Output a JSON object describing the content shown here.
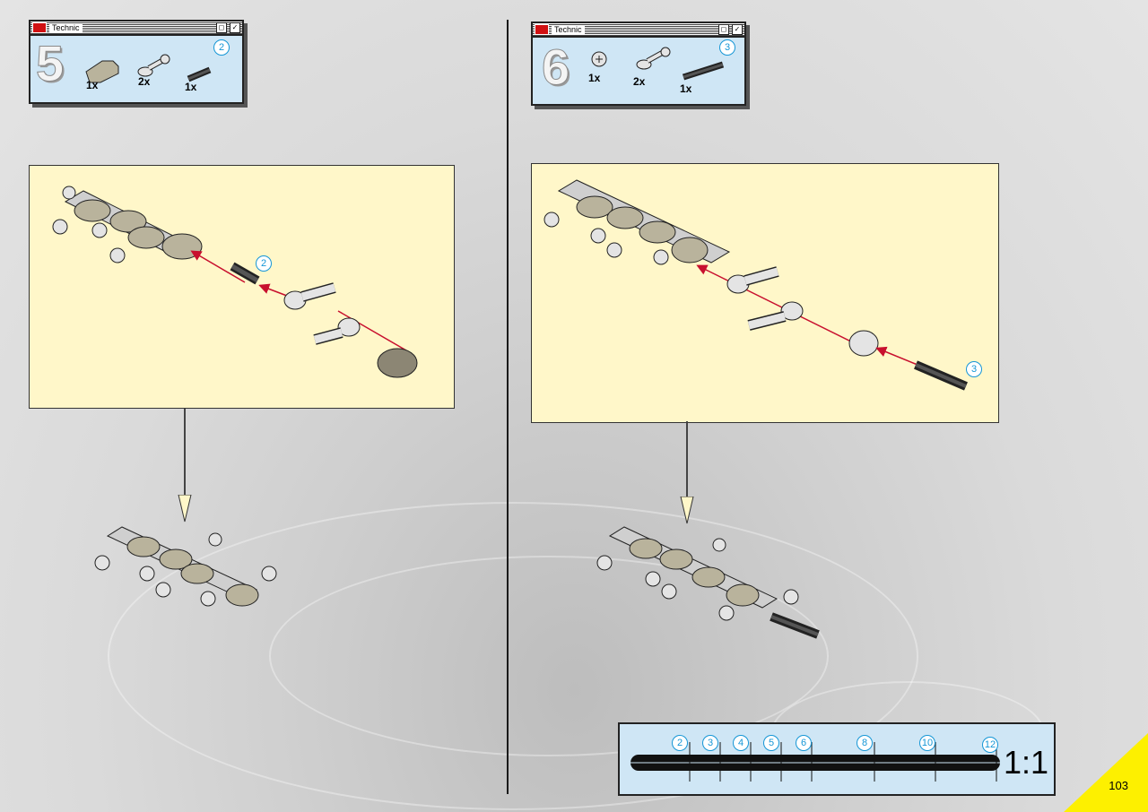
{
  "window_title": "Technic",
  "steps": [
    {
      "number": "5",
      "parts_quantities": [
        "1x",
        "2x",
        "1x"
      ],
      "axle_length": "2",
      "callout_length": "2"
    },
    {
      "number": "6",
      "parts_quantities": [
        "1x",
        "2x",
        "1x"
      ],
      "axle_length": "3",
      "callout_length": "3"
    }
  ],
  "scale": {
    "label": "1:1",
    "marks": [
      "2",
      "3",
      "4",
      "5",
      "6",
      "8",
      "10",
      "12"
    ]
  },
  "page_number": "103",
  "colors": {
    "panel": "#fff7c9",
    "parts_bg": "#cfe6f5",
    "callout": "#1596d6",
    "arrow": "#c8102e",
    "corner": "#fdf000"
  }
}
